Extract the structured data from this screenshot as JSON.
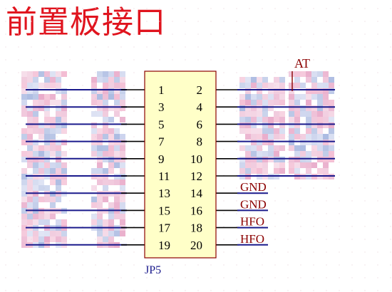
{
  "title": "前置板接口",
  "colors": {
    "title": "#e0141e",
    "wire": "#1a1a8c",
    "pin_line": "#000000",
    "net_label": "#8b0000",
    "component_fill": "#ffffc8",
    "component_border": "#8b0000",
    "designator": "#1a1a8c",
    "blur_pink": "#e8a8c8",
    "blur_blue": "#a8b8e0"
  },
  "component": {
    "designator": "JP5",
    "pins_left": [
      "1",
      "3",
      "5",
      "7",
      "9",
      "11",
      "13",
      "15",
      "17",
      "19"
    ],
    "pins_right": [
      "2",
      "4",
      "6",
      "8",
      "10",
      "12",
      "14",
      "16",
      "18",
      "20"
    ]
  },
  "net_labels_right": [
    {
      "pin": "14",
      "label": "GND"
    },
    {
      "pin": "16",
      "label": "GND"
    },
    {
      "pin": "18",
      "label": "HFO"
    },
    {
      "pin": "20",
      "label": "HFO"
    }
  ],
  "top_right_fragment": "AT"
}
